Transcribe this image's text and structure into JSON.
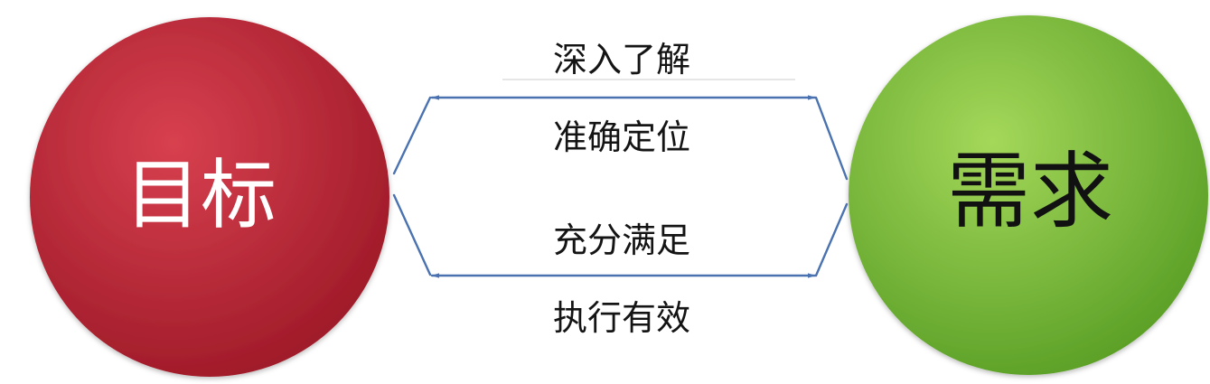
{
  "left_node": {
    "label": "目标",
    "color_light": "#d8404f",
    "color_dark": "#9e1a28",
    "text_color": "#ffffff"
  },
  "right_node": {
    "label": "需求",
    "color_light": "#a4d85a",
    "color_dark": "#5a9f26",
    "text_color": "#111111"
  },
  "upper_connection": {
    "label_above": "深入了解",
    "label_below": "准确定位"
  },
  "lower_connection": {
    "label_above": "充分满足",
    "label_below": "执行有效"
  },
  "colors": {
    "connector": "#4a72b0",
    "label_text": "#141414"
  }
}
